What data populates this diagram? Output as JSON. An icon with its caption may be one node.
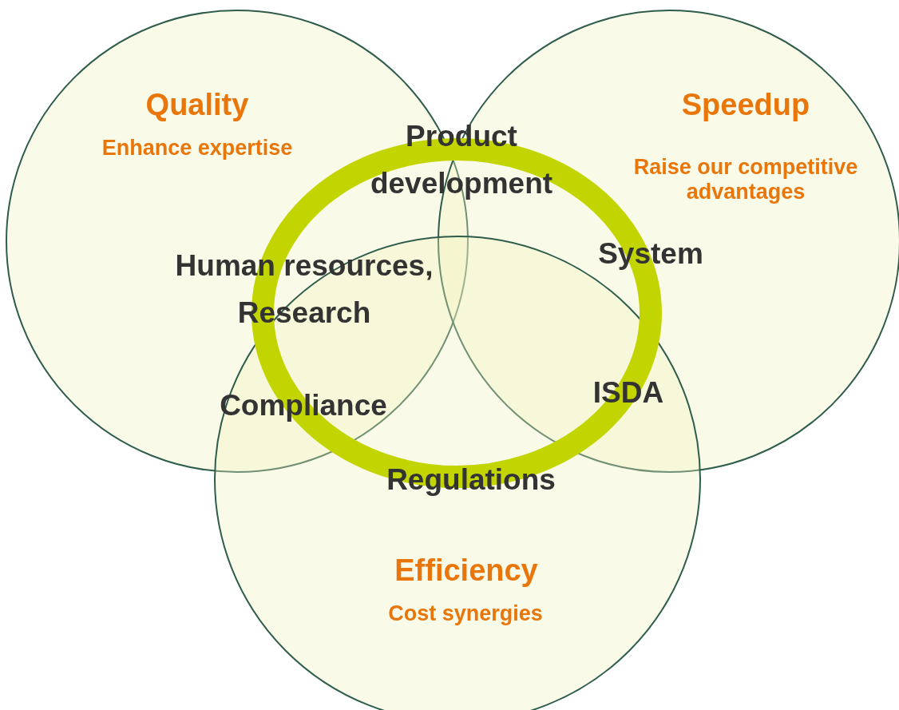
{
  "diagram": {
    "nodes": [
      {
        "text": [
          "Quality",
          "Enhance expertise"
        ]
      },
      {
        "text": [
          "Speedup",
          "Raise our competitive advantages"
        ]
      },
      {
        "text": [
          "Efficiency",
          "Cost synergies"
        ]
      },
      {
        "text": [],
        "shape": "circle"
      }
    ],
    "labels": [
      "Product development",
      "Human resources, Research",
      "System",
      "Compliance",
      "ISDA",
      "Regulations"
    ]
  }
}
